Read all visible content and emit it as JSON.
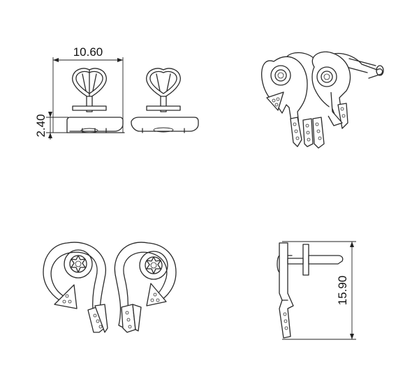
{
  "drawing": {
    "dimensions": {
      "width": "10.60",
      "height": "2.40",
      "length": "15.90"
    }
  }
}
